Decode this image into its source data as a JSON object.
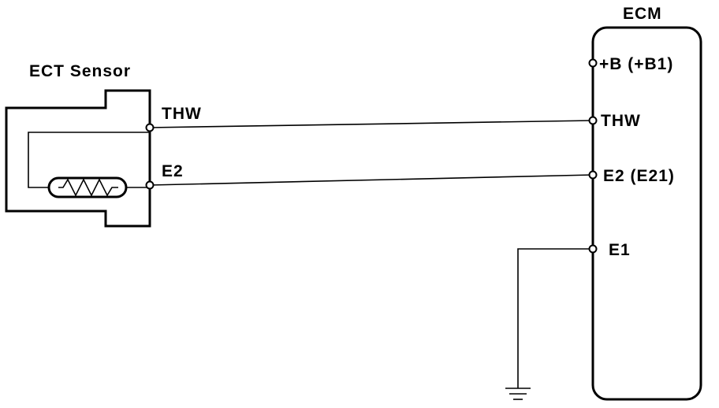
{
  "ecu": {
    "title": "ECM",
    "pins": {
      "b_plus": "+B (+B1)",
      "thw": "THW",
      "e2": "E2 (E21)",
      "e1": "E1"
    }
  },
  "sensor": {
    "title": "ECT Sensor",
    "pins": {
      "thw": "THW",
      "e2": "E2"
    }
  },
  "icons": {
    "ground": "ground-symbol-icon",
    "thermistor": "thermistor-icon"
  }
}
